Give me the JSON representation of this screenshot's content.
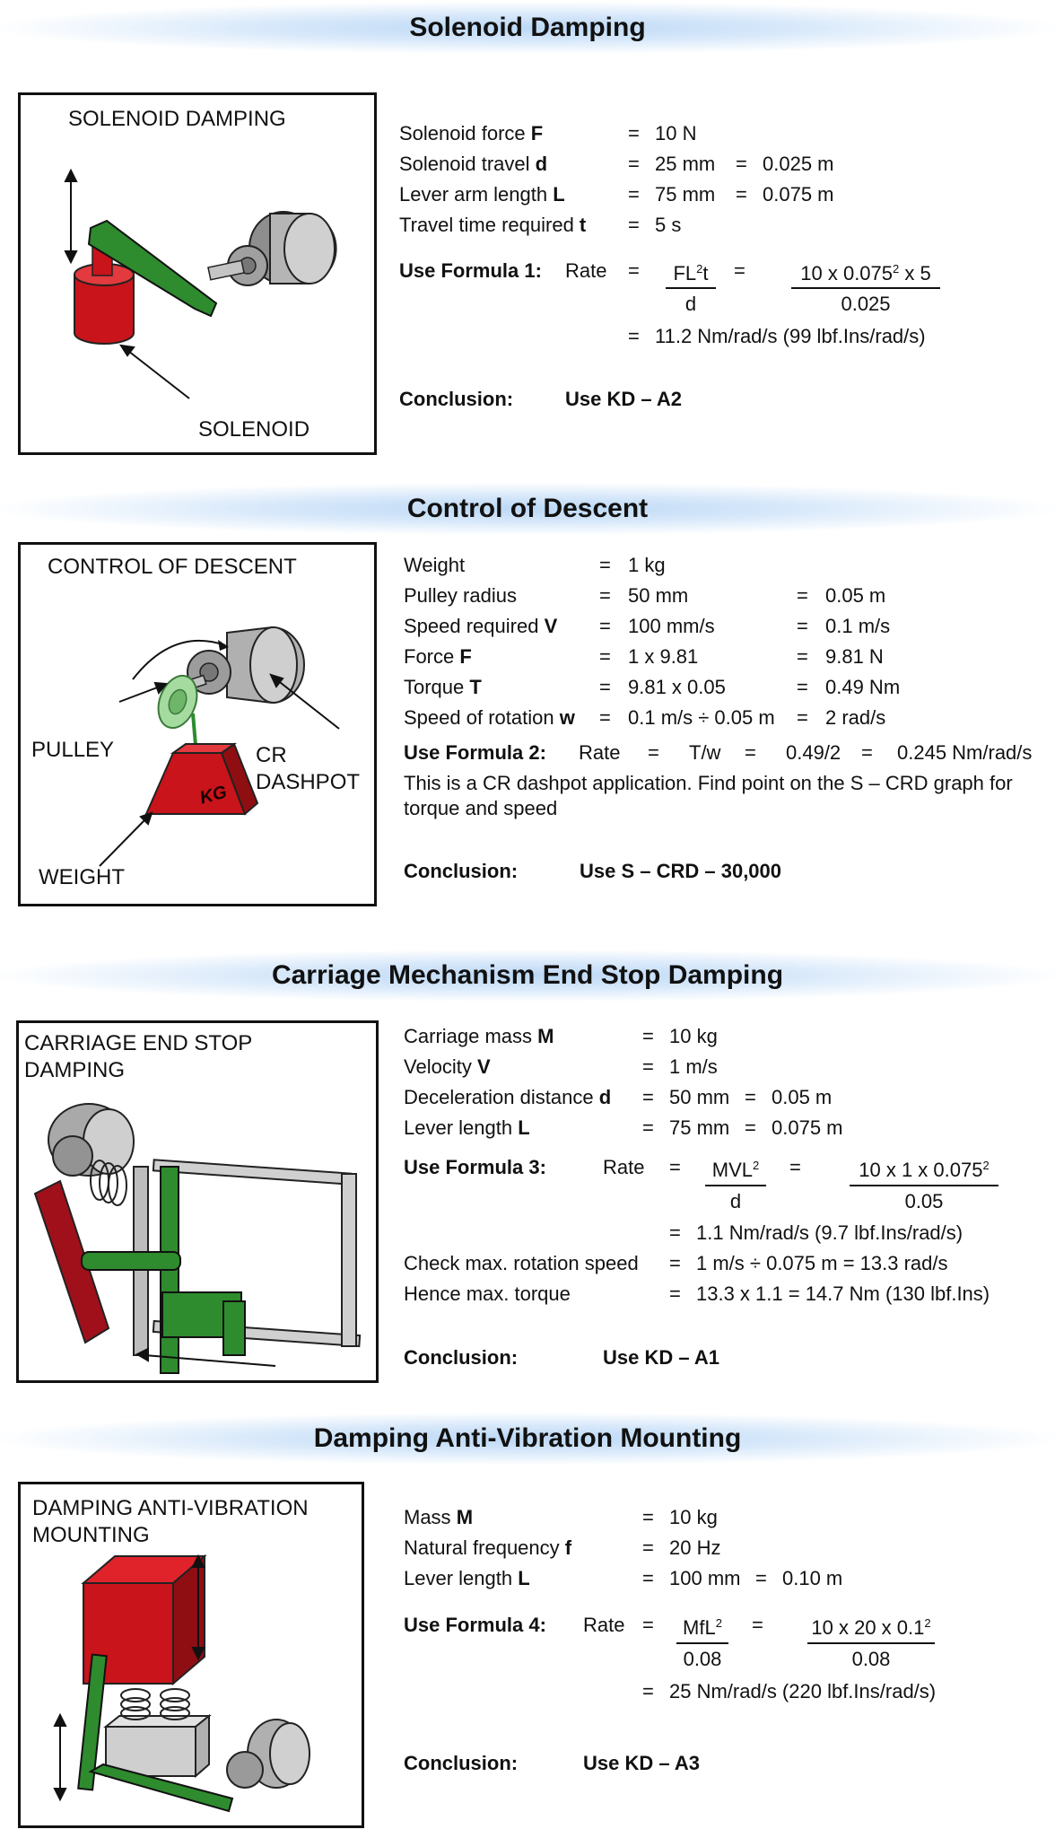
{
  "sections": [
    {
      "title": "Solenoid Damping",
      "panel_title": "SOLENOID DAMPING",
      "fig_labels": {
        "solenoid": "SOLENOID"
      },
      "rows": [
        {
          "label": "Solenoid force ",
          "sym": "F",
          "eq": "=",
          "val": "10 N",
          "eq2": "",
          "val2": ""
        },
        {
          "label": "Solenoid travel ",
          "sym": "d",
          "eq": "=",
          "val": "25 mm",
          "eq2": "=",
          "val2": "0.025 m"
        },
        {
          "label": "Lever arm length ",
          "sym": "L",
          "eq": "=",
          "val": "75 mm",
          "eq2": "=",
          "val2": "0.075 m"
        },
        {
          "label": "Travel time required ",
          "sym": "t",
          "eq": "=",
          "val": "5 s",
          "eq2": "",
          "val2": ""
        }
      ],
      "formula": {
        "use": "Use Formula 1:",
        "rate": "Rate",
        "eq": "=",
        "num_sym": "FL",
        "num_sup": "2",
        "num_tail": "t",
        "den_sym": "d",
        "eq2": "=",
        "num_val": "10 x 0.075",
        "num_val_sup": "2",
        "num_val_tail": " x 5",
        "den_val": "0.025",
        "eq3": "=",
        "result": "11.2 Nm/rad/s (99 lbf.Ins/rad/s)"
      },
      "conclusion": {
        "label": "Conclusion:",
        "value": "Use KD – A2"
      }
    },
    {
      "title": "Control of Descent",
      "panel_title": "CONTROL OF DESCENT",
      "fig_labels": {
        "pulley": "PULLEY",
        "cr": "CR",
        "dashpot": "DASHPOT",
        "weight": "WEIGHT",
        "kg": "KG"
      },
      "rows": [
        {
          "label": "Weight",
          "sym": "",
          "eq": "=",
          "val": "1 kg",
          "eq2": "",
          "val2": ""
        },
        {
          "label": "Pulley radius",
          "sym": "",
          "eq": "=",
          "val": "50 mm",
          "eq2": "=",
          "val2": "0.05 m"
        },
        {
          "label": "Speed required ",
          "sym": "V",
          "eq": "=",
          "val": "100 mm/s",
          "eq2": "=",
          "val2": "0.1 m/s"
        },
        {
          "label": "Force ",
          "sym": "F",
          "eq": "=",
          "val": "1 x 9.81",
          "eq2": "=",
          "val2": "9.81 N"
        },
        {
          "label": "Torque ",
          "sym": "T",
          "eq": "=",
          "val": "9.81 x 0.05",
          "eq2": "=",
          "val2": "0.49 Nm"
        },
        {
          "label": "Speed of rotation ",
          "sym": "w",
          "eq": "=",
          "val": "0.1 m/s ÷ 0.05 m",
          "eq2": "=",
          "val2": "2 rad/s"
        }
      ],
      "formula_line": {
        "use": "Use Formula 2:",
        "rate": "Rate",
        "eq": "=",
        "a": "T/w",
        "eq2": "=",
        "b": "0.49/2",
        "eq3": "=",
        "c": "0.245 Nm/rad/s"
      },
      "note_line1": "This is a CR dashpot application. Find point on the S – CRD graph for",
      "note_line2": "torque and speed",
      "conclusion": {
        "label": "Conclusion:",
        "value": "Use S – CRD – 30,000"
      }
    },
    {
      "title": "Carriage Mechanism End Stop Damping",
      "panel_title_1": "CARRIAGE END STOP",
      "panel_title_2": "DAMPING",
      "rows": [
        {
          "label": "Carriage mass ",
          "sym": "M",
          "eq": "=",
          "val": "10 kg",
          "eq2": "",
          "val2": ""
        },
        {
          "label": "Velocity ",
          "sym": "V",
          "eq": "=",
          "val": "1 m/s",
          "eq2": "",
          "val2": ""
        },
        {
          "label": "Deceleration distance ",
          "sym": "d",
          "eq": "=",
          "val": "50 mm",
          "eq2": "=",
          "val2": "0.05 m"
        },
        {
          "label": "Lever length ",
          "sym": "L",
          "eq": "=",
          "val": "75 mm",
          "eq2": "=",
          "val2": "0.075 m"
        }
      ],
      "formula": {
        "use": "Use Formula 3:",
        "rate": "Rate",
        "eq": "=",
        "num_sym": "MVL",
        "num_sup": "2",
        "num_tail": "",
        "den_sym": "d",
        "eq2": "=",
        "num_val": "10 x 1 x 0.075",
        "num_val_sup": "2",
        "num_val_tail": "",
        "den_val": "0.05",
        "eq3": "=",
        "result": "1.1 Nm/rad/s (9.7 lbf.Ins/rad/s)"
      },
      "check": {
        "label": "Check max. rotation speed",
        "eq": "=",
        "value": "1 m/s ÷ 0.075 m = 13.3 rad/s"
      },
      "hence": {
        "label": "Hence max. torque",
        "eq": "=",
        "value": "13.3 x 1.1 = 14.7 Nm (130 lbf.Ins)"
      },
      "conclusion": {
        "label": "Conclusion:",
        "value": "Use KD – A1"
      }
    },
    {
      "title": "Damping Anti-Vibration Mounting",
      "panel_title_1": "DAMPING ANTI-VIBRATION",
      "panel_title_2": "MOUNTING",
      "rows": [
        {
          "label": "Mass ",
          "sym": "M",
          "eq": "=",
          "val": "10 kg",
          "eq2": "",
          "val2": ""
        },
        {
          "label": "Natural frequency ",
          "sym": "f",
          "eq": "=",
          "val": "20 Hz",
          "eq2": "",
          "val2": ""
        },
        {
          "label": "Lever length ",
          "sym": "L",
          "eq": "=",
          "val": "100 mm",
          "eq2": "=",
          "val2": "0.10 m"
        }
      ],
      "formula": {
        "use": "Use Formula 4:",
        "rate": "Rate",
        "eq": "=",
        "num_sym": "MfL",
        "num_sup": "2",
        "num_tail": "",
        "den_sym": "0.08",
        "eq2": "=",
        "num_val": "10 x 20 x 0.1",
        "num_val_sup": "2",
        "num_val_tail": "",
        "den_val": "0.08",
        "eq3": "=",
        "result": "25 Nm/rad/s (220 lbf.Ins/rad/s)"
      },
      "conclusion": {
        "label": "Conclusion:",
        "value": "Use KD – A3"
      }
    }
  ],
  "colors": {
    "title_band": "#bcd8f5",
    "solenoid_red": "#c8141a",
    "lever_green": "#2e8b2e",
    "pulley_green": "#a6dba0",
    "motor_grey": "#9a9a9a"
  }
}
